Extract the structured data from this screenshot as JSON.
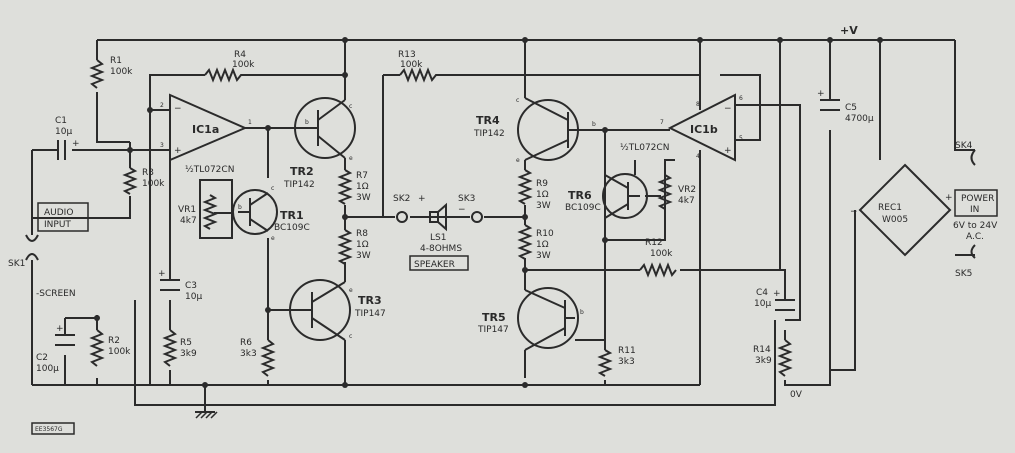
{
  "supply": {
    "plus": "+V",
    "zero": "0V"
  },
  "components": {
    "R1": {
      "ref": "R1",
      "value": "100k"
    },
    "R2": {
      "ref": "R2",
      "value": "100k"
    },
    "R3": {
      "ref": "R3",
      "value": "100k"
    },
    "R4": {
      "ref": "R4",
      "value": "100k"
    },
    "R5": {
      "ref": "R5",
      "value": "3k9"
    },
    "R6": {
      "ref": "R6",
      "value": "3k3"
    },
    "R7": {
      "ref": "R7",
      "value": "1Ω",
      "rating": "3W"
    },
    "R8": {
      "ref": "R8",
      "value": "1Ω",
      "rating": "3W"
    },
    "R9": {
      "ref": "R9",
      "value": "1Ω",
      "rating": "3W"
    },
    "R10": {
      "ref": "R10",
      "value": "1Ω",
      "rating": "3W"
    },
    "R11": {
      "ref": "R11",
      "value": "3k3"
    },
    "R12": {
      "ref": "R12",
      "value": "100k"
    },
    "R13": {
      "ref": "R13",
      "value": "100k"
    },
    "R14": {
      "ref": "R14",
      "value": "3k9"
    },
    "C1": {
      "ref": "C1",
      "value": "10µ"
    },
    "C2": {
      "ref": "C2",
      "value": "100µ"
    },
    "C3": {
      "ref": "C3",
      "value": "10µ"
    },
    "C4": {
      "ref": "C4",
      "value": "10µ"
    },
    "C5": {
      "ref": "C5",
      "value": "4700µ"
    },
    "VR1": {
      "ref": "VR1",
      "value": "4k7"
    },
    "VR2": {
      "ref": "VR2",
      "value": "4k7"
    },
    "TR1": {
      "ref": "TR1",
      "type": "BC109C"
    },
    "TR2": {
      "ref": "TR2",
      "type": "TIP142"
    },
    "TR3": {
      "ref": "TR3",
      "type": "TIP147"
    },
    "TR4": {
      "ref": "TR4",
      "type": "TIP142"
    },
    "TR5": {
      "ref": "TR5",
      "type": "TIP147"
    },
    "TR6": {
      "ref": "TR6",
      "type": "BC109C"
    },
    "IC1a": {
      "ref": "IC1a",
      "type": "½TL072CN"
    },
    "IC1b": {
      "ref": "IC1b",
      "type": "½TL072CN"
    },
    "LS1": {
      "ref": "LS1",
      "value": "4-8OHMS"
    },
    "REC1": {
      "ref": "REC1",
      "type": "W005"
    },
    "SK1": {
      "ref": "SK1"
    },
    "SK2": {
      "ref": "SK2"
    },
    "SK3": {
      "ref": "SK3"
    },
    "SK4": {
      "ref": "SK4"
    },
    "SK5": {
      "ref": "SK5"
    }
  },
  "boxes": {
    "audio_input": [
      "AUDIO",
      "INPUT"
    ],
    "speaker": "SPEAKER",
    "power_in": [
      "POWER",
      "IN"
    ]
  },
  "notes": {
    "screen": "-SCREEN",
    "power_spec": [
      "6V to 24V",
      "A.C."
    ],
    "figure_code": "EE3567G"
  }
}
